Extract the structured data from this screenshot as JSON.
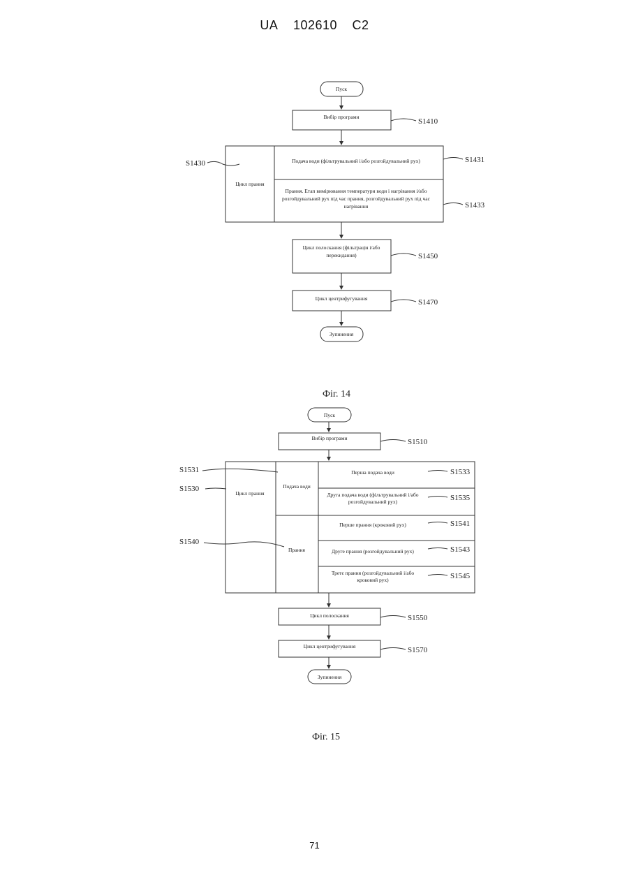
{
  "header": {
    "country": "UA",
    "number": "102610",
    "kind": "C2"
  },
  "fig14": {
    "start": "Пуск",
    "select": "Вибір програми",
    "wash_cycle": "Цикл прання",
    "water_supply": "Подача води (фільтрувальний і/або розгойдувальний рух)",
    "wash_line1": "Прання. Етап вимірювання температури води і нагрівання і/або",
    "wash_line2": "розгойдувальний рух під час прання, розгойдувальний рух під час",
    "wash_line3": "нагрівання",
    "rinse_line1": "Цикл полоскання (фільтрація і/або",
    "rinse_line2": "перекидання)",
    "spin": "Цикл центрифугування",
    "stop": "Зупинення",
    "refs": {
      "select": "S1410",
      "wash": "S1430",
      "water": "S1431",
      "washstep": "S1433",
      "rinse": "S1450",
      "spin": "S1470"
    },
    "caption": "Фіг. 14"
  },
  "fig15": {
    "start": "Пуск",
    "select": "Вибір програми",
    "wash_cycle": "Цикл прання",
    "water_supply": "Подача води",
    "washing": "Прання",
    "first_water": "Перша подача води",
    "second_water_line1": "Друга подача води (фільтрувальний і/або",
    "second_water_line2": "розгойдувальний рух)",
    "first_wash": "Перше прання (кроковий рух)",
    "second_wash": "Друге прання (розгойдувальний рух)",
    "third_wash_line1": "Третє прання (розгойдувальний і/або",
    "third_wash_line2": "кроковий рух)",
    "rinse": "Цикл полоскання",
    "spin": "Цикл центрифугування",
    "stop": "Зупинення",
    "refs": {
      "select": "S1510",
      "water_group": "S1531",
      "wash": "S1530",
      "washing_group": "S1540",
      "first_water": "S1533",
      "second_water": "S1535",
      "first_wash": "S1541",
      "second_wash": "S1543",
      "third_wash": "S1545",
      "rinse": "S1550",
      "spin": "S1570"
    },
    "caption": "Фіг. 15"
  },
  "page_number": "71"
}
